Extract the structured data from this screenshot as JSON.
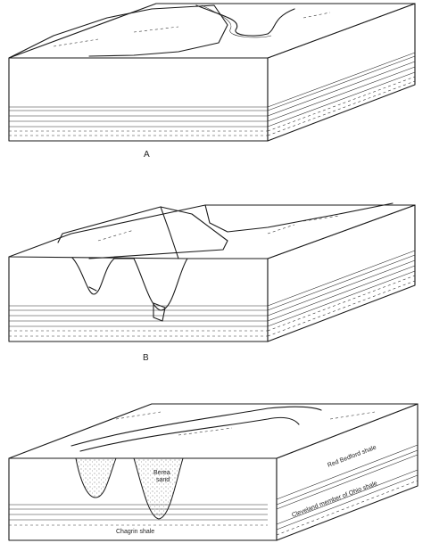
{
  "panels": [
    {
      "id": "A",
      "caption": "A"
    },
    {
      "id": "B",
      "caption": "B"
    },
    {
      "id": "C",
      "caption": "",
      "labels": {
        "berea_sand_line1": "Berea",
        "berea_sand_line2": "sand",
        "red_bedford_shale": "Red Bedford shale",
        "cleveland_member": "Cleveland member of Ohio shale",
        "chagrin_shale": "Chagrin shale"
      }
    }
  ]
}
